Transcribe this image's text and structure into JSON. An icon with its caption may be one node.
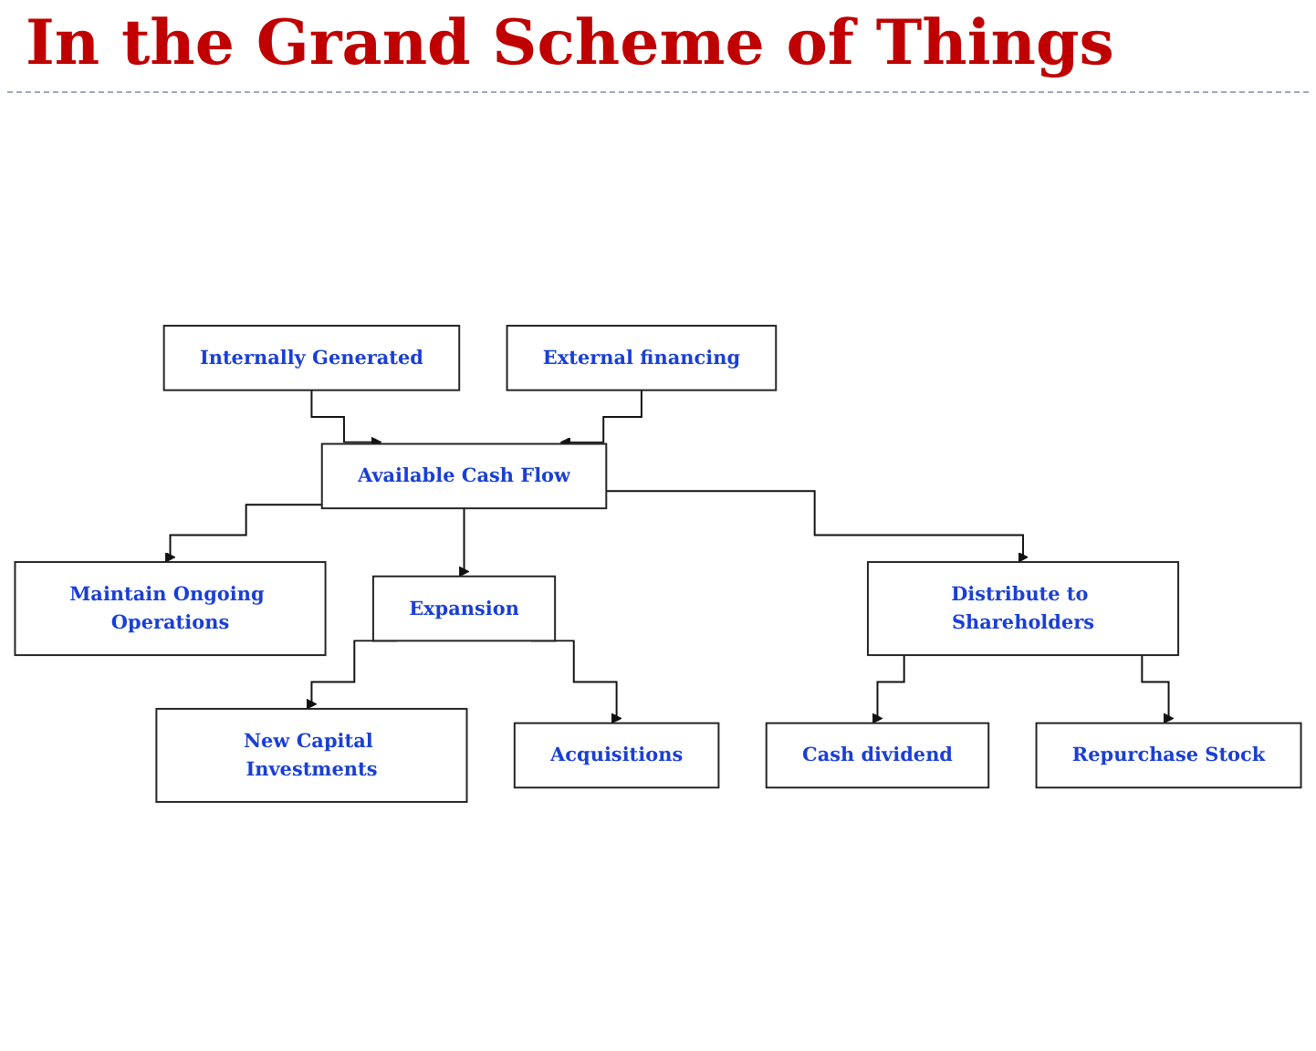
{
  "diagram": {
    "title": "In the Grand Scheme of Things",
    "nodes": [
      {
        "text": [
          "Internally Generated"
        ]
      },
      {
        "text": [
          "External financing"
        ]
      },
      {
        "text": [
          "Available Cash Flow"
        ]
      },
      {
        "text": [
          "Maintain Ongoing Operations"
        ]
      },
      {
        "text": [
          "Expansion"
        ]
      },
      {
        "text": [
          "New Capital Investments"
        ]
      },
      {
        "text": [
          "Acquisitions"
        ]
      },
      {
        "text": [
          "Distribute to Shareholders"
        ]
      },
      {
        "text": [
          "Cash dividend"
        ]
      },
      {
        "text": [
          "Repurchase Stock"
        ]
      }
    ],
    "edges": [
      {
        "from": 0,
        "to": 2,
        "arrow": "to"
      },
      {
        "from": 1,
        "to": 2,
        "arrow": "to"
      },
      {
        "from": 2,
        "to": 3,
        "arrow": "to"
      },
      {
        "from": 2,
        "to": 4,
        "arrow": "to"
      },
      {
        "from": 2,
        "to": 7,
        "arrow": "to"
      },
      {
        "from": 4,
        "to": 5,
        "arrow": "to"
      },
      {
        "from": 4,
        "to": 6,
        "arrow": "to"
      },
      {
        "from": 7,
        "to": 8,
        "arrow": "to"
      },
      {
        "from": 7,
        "to": 9,
        "arrow": "to"
      }
    ]
  }
}
